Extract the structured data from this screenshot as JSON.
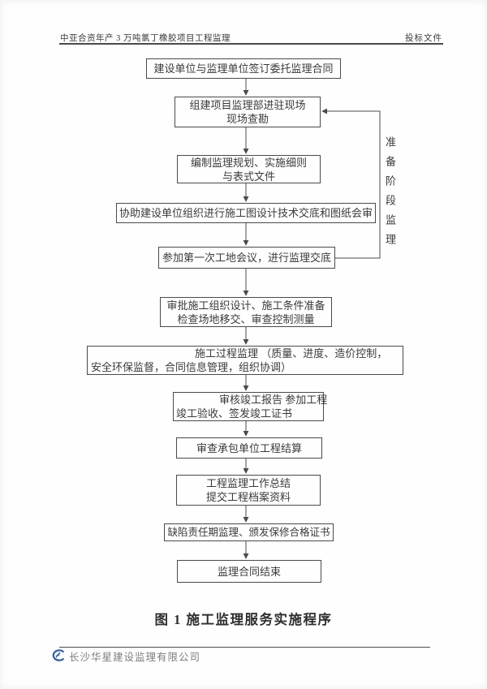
{
  "header": {
    "left": "中亚合资年产 3 万吨氯丁橡胶项目工程监理",
    "right": "投标文件"
  },
  "flowchart": {
    "side_label": "准备阶段监理",
    "boxes": [
      {
        "id": "sign-contract",
        "lines": [
          "建设单位与监理单位签订委托监理合同"
        ]
      },
      {
        "id": "setup-dept",
        "lines": [
          "组建项目监理部进驻现场",
          "现场查勘"
        ]
      },
      {
        "id": "compile-plan",
        "lines": [
          "编制监理规划、实施细则",
          "与表式文件"
        ]
      },
      {
        "id": "assist-review",
        "lines": [
          "协助建设单位组织进行施工图设计技术交底和图纸会审"
        ]
      },
      {
        "id": "first-site-meeting",
        "lines": [
          "参加第一次工地会议，进行监理交底"
        ]
      },
      {
        "id": "approve-design",
        "lines": [
          "审批施工组织设计、施工条件准备",
          "检查场地移交、审查控制测量"
        ]
      },
      {
        "id": "process-supervision",
        "lines": [
          "施工过程监理 （质量、进度、造价控制，",
          "安全环保监督，组织协调）"
        ],
        "lines_full": [
          "施工过程监理 （质量、进度、造价控制，",
          "安全环保监督，合同信息管理，组织协调）"
        ]
      },
      {
        "id": "completion-report",
        "lines": [
          "审核竣工报告 参加工程",
          "竣工验收、签发竣工证书"
        ]
      },
      {
        "id": "settlement-review",
        "lines": [
          "审查承包单位工程结算"
        ]
      },
      {
        "id": "work-summary",
        "lines": [
          "工程监理工作总结",
          "提交工程档案资料"
        ]
      },
      {
        "id": "defect-period",
        "lines": [
          "缺陷责任期监理、颁发保修合格证书"
        ]
      },
      {
        "id": "contract-end",
        "lines": [
          "监理合同结束"
        ]
      }
    ]
  },
  "caption": "图 1 施工监理服务实施程序",
  "footer": {
    "company": "长沙华星建设监理有限公司",
    "logo_color": "#2b5fa8"
  },
  "colors": {
    "line": "#4a4a4a",
    "text": "#3a3a3a"
  }
}
